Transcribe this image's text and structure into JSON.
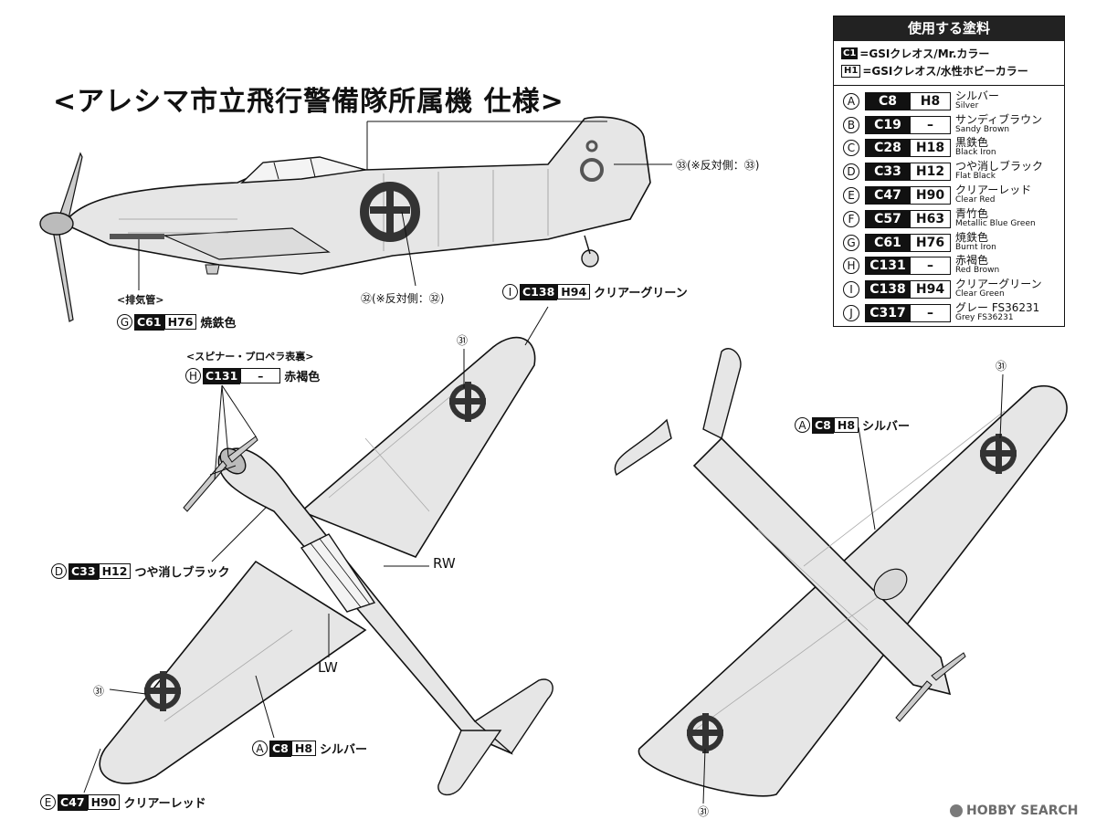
{
  "title": "<アレシマ市立飛行警備隊所属機 仕様>",
  "legend": {
    "header": "使用する塗料",
    "key_c_code": "C1",
    "key_c_text": "=GSIクレオス/Mr.カラー",
    "key_h_code": "H1",
    "key_h_text": "=GSIクレオス/水性ホビーカラー",
    "rows": [
      {
        "letter": "A",
        "c": "C8",
        "h": "H8",
        "jp": "シルバー",
        "en": "Silver"
      },
      {
        "letter": "B",
        "c": "C19",
        "h": "–",
        "jp": "サンディブラウン",
        "en": "Sandy Brown"
      },
      {
        "letter": "C",
        "c": "C28",
        "h": "H18",
        "jp": "黒鉄色",
        "en": "Black Iron"
      },
      {
        "letter": "D",
        "c": "C33",
        "h": "H12",
        "jp": "つや消しブラック",
        "en": "Flat Black"
      },
      {
        "letter": "E",
        "c": "C47",
        "h": "H90",
        "jp": "クリアーレッド",
        "en": "Clear Red"
      },
      {
        "letter": "F",
        "c": "C57",
        "h": "H63",
        "jp": "青竹色",
        "en": "Metallic Blue Green"
      },
      {
        "letter": "G",
        "c": "C61",
        "h": "H76",
        "jp": "焼鉄色",
        "en": "Burnt Iron"
      },
      {
        "letter": "H",
        "c": "C131",
        "h": "–",
        "jp": "赤褐色",
        "en": "Red Brown"
      },
      {
        "letter": "I",
        "c": "C138",
        "h": "H94",
        "jp": "クリアーグリーン",
        "en": "Clear Green"
      },
      {
        "letter": "J",
        "c": "C317",
        "h": "–",
        "jp": "グレー FS36231",
        "en": "Grey FS36231"
      }
    ]
  },
  "callouts": {
    "exhaust_note": "<排気管>",
    "exhaust": {
      "letter": "G",
      "c": "C61",
      "h": "H76",
      "name": "焼鉄色"
    },
    "spinner_note": "<スピナー・プロペラ表裏>",
    "spinner": {
      "letter": "H",
      "c": "C131",
      "h": "–",
      "name": "赤褐色"
    },
    "canopy_clear": {
      "letter": "I",
      "c": "C138",
      "h": "H94",
      "name": "クリアーグリーン"
    },
    "cockpit": {
      "letter": "D",
      "c": "C33",
      "h": "H12",
      "name": "つや消しブラック"
    },
    "wing_top": {
      "letter": "A",
      "c": "C8",
      "h": "H8",
      "name": "シルバー"
    },
    "wing_bottom": {
      "letter": "A",
      "c": "C8",
      "h": "H8",
      "name": "シルバー"
    },
    "wingtip": {
      "letter": "E",
      "c": "C47",
      "h": "H90",
      "name": "クリアーレッド"
    }
  },
  "decals": {
    "d33": "㉝(※反対側：㉝)",
    "d32": "㉜(※反対側：㉜)",
    "d31": "㉛"
  },
  "labels": {
    "rw": "RW",
    "lw": "LW"
  },
  "watermark": "HOBBY SEARCH",
  "colors": {
    "fill": "#e6e6e6",
    "panel": "#d8d8d8",
    "line": "#111111",
    "insignia": "#333333"
  }
}
